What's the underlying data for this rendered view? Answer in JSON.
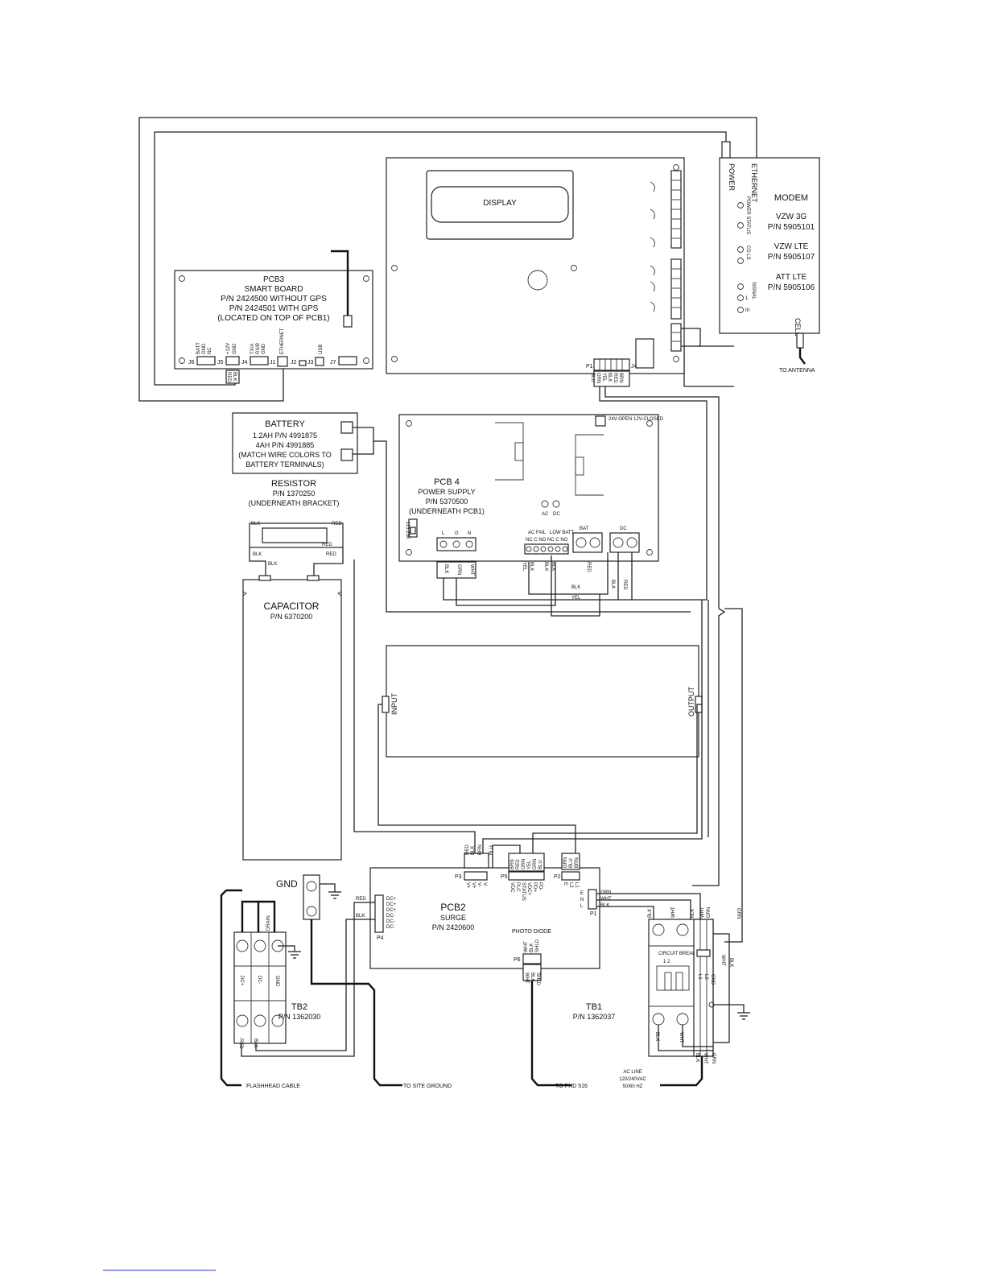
{
  "display": {
    "label": "DISPLAY"
  },
  "modem": {
    "title": "MODEM",
    "ethernet": "ETHERNET",
    "power": "POWER",
    "power_status": "POWER STATUS",
    "cd_ls": "CD LS",
    "signal": "SIGNAL",
    "signal_nums": [
      "1",
      "II",
      "III"
    ],
    "cell": "CELL",
    "variants": [
      {
        "name": "VZW 3G",
        "pn": "P/N 5905101"
      },
      {
        "name": "VZW LTE",
        "pn": "P/N 5905107"
      },
      {
        "name": "ATT LTE",
        "pn": "P/N 5905106"
      }
    ],
    "to_antenna": "TO ANTENNA"
  },
  "pcb3": {
    "lines": [
      "PCB3",
      "SMART BOARD",
      "P/N 2424500 WITHOUT GPS",
      "P/N 2424501 WITH GPS",
      "(LOCATED ON TOP OF PCB1)"
    ],
    "connectors": {
      "j6": "J6",
      "j5": "J5",
      "j4": "J4",
      "j1": "J1",
      "j2": "J2",
      "j3": "J3",
      "j7": "J7"
    },
    "pins": {
      "batt": "BATT",
      "gnd": "GND",
      "nc": "NC",
      "v12": "+12V",
      "gnd2": "GND",
      "txa": "TX/A",
      "rxb": "RX/B",
      "gnd3": "GND",
      "ethernet": "ETHERNET",
      "usb": "USB"
    },
    "wires": {
      "red": "RED",
      "blk": "BLK"
    }
  },
  "pcb1": {
    "p1": "P1",
    "j4": "J4",
    "p1_wires": [
      "BLU",
      "GRN",
      "YEL",
      "BLK",
      "RED",
      "BRN"
    ]
  },
  "battery": {
    "lines": [
      "BATTERY",
      "1.2AH P/N 4991875",
      "4AH P/N 4991885",
      "(MATCH WIRE COLORS TO",
      "BATTERY TERMINALS)"
    ]
  },
  "resistor": {
    "lines": [
      "RESISTOR",
      "P/N 1370250",
      "(UNDERNEATH BRACKET)"
    ],
    "wires": {
      "blk": "BLK",
      "red": "RED",
      "red2": "RED",
      "blk2": "BLK",
      "blk3": "BLK",
      "red3": "RED"
    }
  },
  "pcb4": {
    "lines": [
      "PCB 4",
      "POWER SUPPLY",
      "P/N 5370500",
      "(UNDERNEATH PCB1)"
    ],
    "ac": "AC",
    "dc": "DC",
    "jumper": "24V-OPEN 12V-CLOSED",
    "ac_fail": "AC FAIL",
    "low_batt": "LOW BATT",
    "relay_pins": "NC C NO NC C NO",
    "bat": "BAT",
    "dc_term": "DC",
    "lgn": [
      "L",
      "G",
      "N"
    ],
    "wires_lgn": [
      "BLK",
      "GRN",
      "WHT"
    ],
    "wires_relay": [
      "YEL",
      "BLK",
      "BLK",
      "BLK"
    ],
    "wires_bat": [
      "RED"
    ],
    "wires_dc": [
      "BLK",
      "RED"
    ],
    "bus": {
      "blk": "BLK",
      "yel": "YEL"
    },
    "switch": "115 230"
  },
  "capacitor": {
    "lines": [
      "CAPACITOR",
      "P/N 6370200"
    ]
  },
  "flashhead_module": {
    "input": "INPUT",
    "output": "OUTPUT"
  },
  "pcb2": {
    "lines": [
      "PCB2",
      "SURGE",
      "P/N 2420600"
    ],
    "photo_diode": "PHOTO DIODE",
    "p3": "P3",
    "p5": "P5",
    "p2": "P2",
    "p1": "P1",
    "p4": "P4",
    "p6": "P6",
    "p3_pins": [
      "V+",
      "V+",
      "V-",
      "V-"
    ],
    "p3_wires": [
      "RED",
      "BLK",
      "BRN",
      "BLU"
    ],
    "p5_pins": [
      "VDC",
      "PLC",
      "STATUS",
      "VDC+",
      "PD+",
      "PD-"
    ],
    "p5_wires": [
      "BRN",
      "RED",
      "ORN",
      "YEL",
      "GRN",
      "BLU"
    ],
    "p2_pins": [
      "E",
      "L2",
      "L1"
    ],
    "p2_wires": [
      "GRN",
      "BLU",
      "BRN"
    ],
    "p1_pins": [
      "E",
      "N",
      "L"
    ],
    "p1_wires": [
      "GRN",
      "WHT",
      "BLK"
    ],
    "p4_pins": [
      "DC+",
      "DC+",
      "DC+",
      "DC-",
      "DC-",
      "DC-"
    ],
    "p4_wires": [
      "RED",
      "BLK"
    ],
    "p6_pins": [
      "WHT",
      "BLK",
      "SHLD"
    ],
    "p6_wires": [
      "WHT",
      "BLK",
      "SHLD"
    ]
  },
  "ground": {
    "gnd": "GND"
  },
  "tb2": {
    "lines": [
      "TB2",
      "P/N 1362030"
    ],
    "terminals": [
      "DC+",
      "DC-",
      "GND"
    ],
    "drain": "DRAIN",
    "wires": [
      "RED",
      "BLK"
    ]
  },
  "tb1": {
    "lines": [
      "TB1",
      "P/N 1362037"
    ],
    "breaker": "CIRCUIT BREAKER",
    "breaker_poles": "1   2",
    "terminals": [
      "L1",
      "L2",
      "GND"
    ],
    "wires_top": [
      "BLK",
      "WHT",
      "BLK",
      "WHT",
      "GRN"
    ],
    "wires_right": [
      "WHT",
      "BLK"
    ],
    "wires_bottom_left": [
      "BLK",
      "WHT"
    ],
    "wires_bottom": [
      "BLK",
      "WHT",
      "GRN"
    ],
    "grn": "GRN"
  },
  "bottom_labels": {
    "flashhead": "FLASHHEAD CABLE",
    "site_ground": "TO SITE GROUND",
    "phd": "TO  PHD 516",
    "ac_line": [
      "AC LINE",
      "120/240VAC",
      "50/60 HZ"
    ]
  }
}
